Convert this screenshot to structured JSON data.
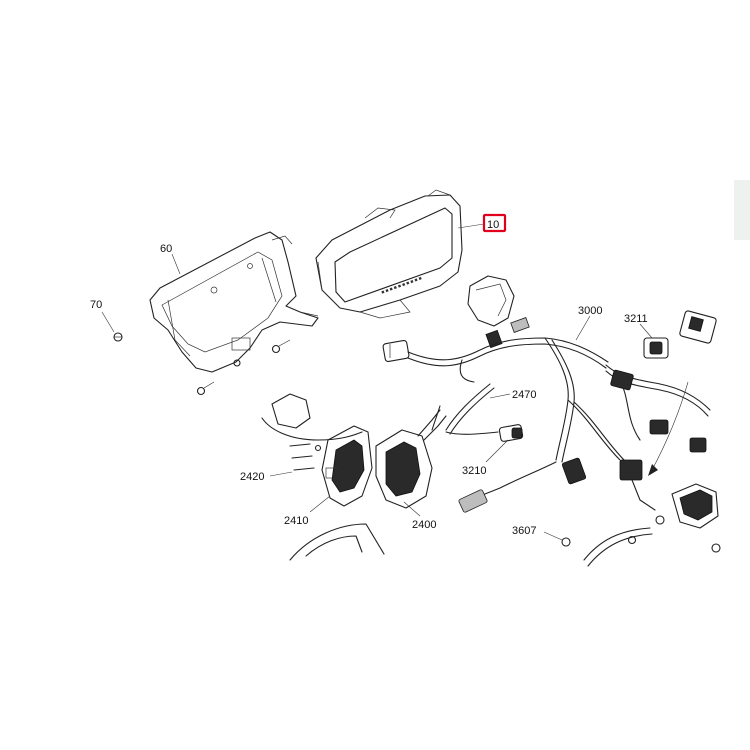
{
  "callouts": {
    "c60": "60",
    "c70": "70",
    "c10": "10",
    "c3000": "3000",
    "c3211": "3211",
    "c2470": "2470",
    "c3210": "3210",
    "c2420": "2420",
    "c2410": "2410",
    "c2400": "2400",
    "c3607": "3607"
  },
  "highlight_color": "#e0001b"
}
